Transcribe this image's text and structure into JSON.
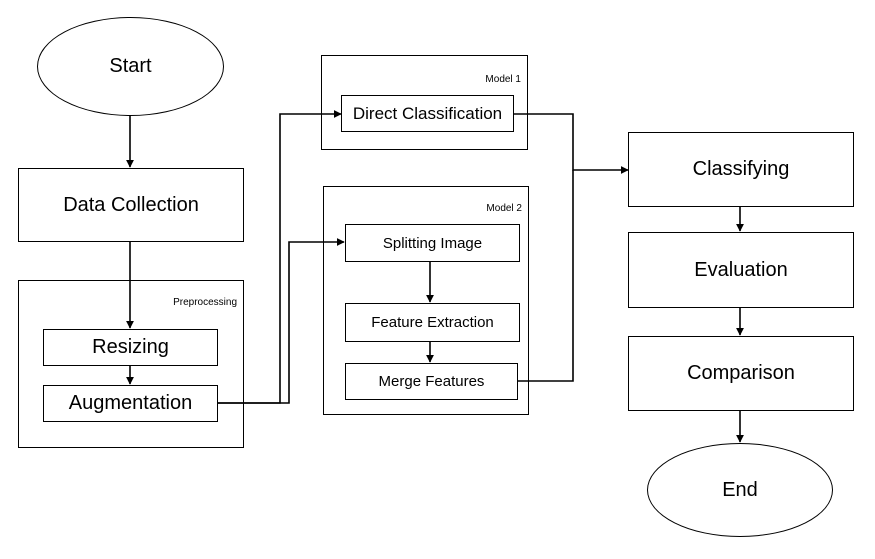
{
  "diagram": {
    "start": "Start",
    "end": "End",
    "data_collection": "Data Collection",
    "preprocessing": {
      "label": "Preprocessing",
      "resizing": "Resizing",
      "augmentation": "Augmentation"
    },
    "model1": {
      "label": "Model 1",
      "direct_classification": "Direct Classification"
    },
    "model2": {
      "label": "Model 2",
      "splitting_image": "Splitting Image",
      "feature_extraction": "Feature Extraction",
      "merge_features": "Merge Features"
    },
    "classifying": "Classifying",
    "evaluation": "Evaluation",
    "comparison": "Comparison"
  }
}
